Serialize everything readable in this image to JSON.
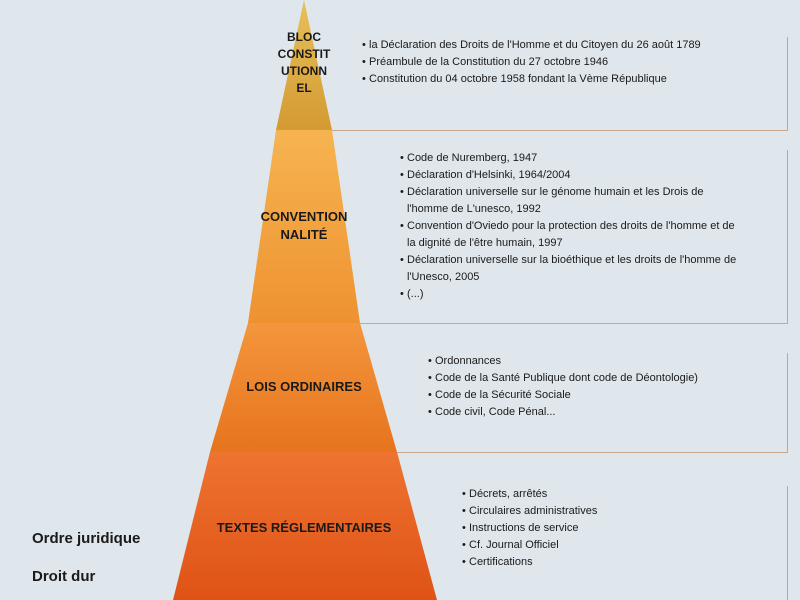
{
  "levels": [
    {
      "label_lines": [
        "BLOC",
        "CONSTIT",
        "UTIONN",
        "EL"
      ],
      "color": "#d9a43e",
      "items": [
        "la Déclaration des Droits de l'Homme et du Citoyen du 26 août 1789",
        "Préambule de la Constitution du 27 octobre 1946",
        "Constitution du 04 octobre 1958 fondant la Vème République"
      ]
    },
    {
      "label_lines": [
        "CONVENTION",
        "NALITÉ"
      ],
      "color": "#f09a33",
      "items": [
        "Code de Nuremberg, 1947",
        "Déclaration d'Helsinki, 1964/2004",
        "Déclaration universelle sur le génome humain et les Drois de l'homme de L'unesco, 1992",
        "Convention d'Oviedo pour la protection des droits de l'homme et de la dignité de l'être humain, 1997",
        "Déclaration universelle sur la bioéthique et les droits de l'homme de l'Unesco, 2005",
        "(...)"
      ]
    },
    {
      "label_lines": [
        "LOIS ORDINAIRES"
      ],
      "color": "#ec7c22",
      "items": [
        "Ordonnances",
        "Code de la Santé Publique dont code de Déontologie)",
        "Code de la Sécurité Sociale",
        "Code civil, Code Pénal..."
      ]
    },
    {
      "label_lines": [
        "TEXTES  RÉGLEMENTAIRES"
      ],
      "color": "#e3581b",
      "items": [
        "Décrets, arrêtés",
        "Circulaires administratives",
        "Instructions de service",
        "Cf. Journal Officiel",
        "Certifications"
      ]
    }
  ],
  "side_labels": [
    "Ordre juridique",
    "Droit dur"
  ]
}
